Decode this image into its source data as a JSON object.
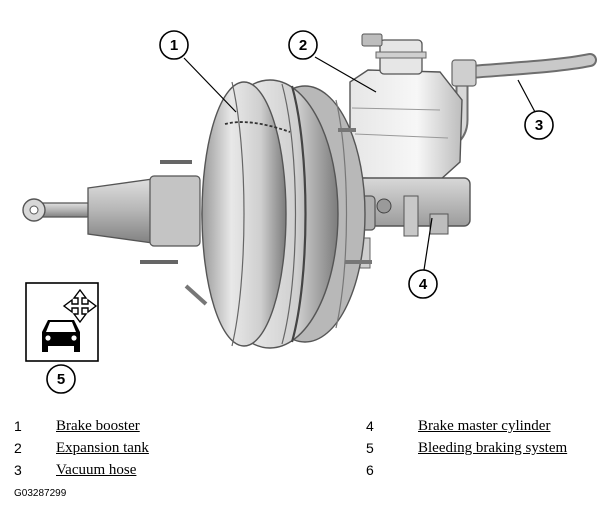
{
  "callouts": [
    {
      "num": "1"
    },
    {
      "num": "2"
    },
    {
      "num": "3"
    },
    {
      "num": "4"
    },
    {
      "num": "5"
    }
  ],
  "legend": [
    {
      "num": "1",
      "label": "Brake booster"
    },
    {
      "num": "2",
      "label": "Expansion tank"
    },
    {
      "num": "3",
      "label": "Vacuum hose"
    },
    {
      "num": "4",
      "label": "Brake master cylinder"
    },
    {
      "num": "5",
      "label": "Bleeding braking system"
    },
    {
      "num": "6",
      "label": ""
    }
  ],
  "figure_id": "G03287299",
  "icons": [
    "car-front-icon",
    "move-arrows-icon"
  ]
}
